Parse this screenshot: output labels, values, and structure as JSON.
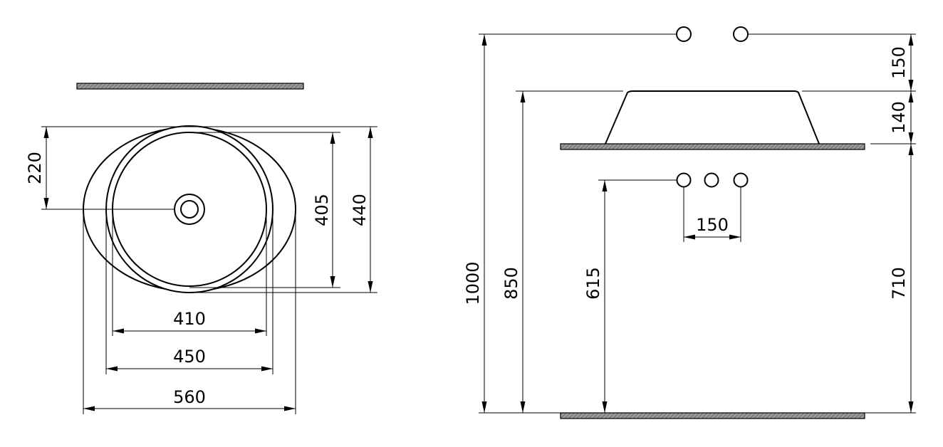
{
  "plan_view": {
    "dims": {
      "offset_220": "220",
      "height_405": "405",
      "height_440": "440",
      "width_410": "410",
      "width_450": "450",
      "width_560": "560"
    }
  },
  "elevation_view": {
    "dims": {
      "tap_150": "150",
      "basin_140": "140",
      "total_1000": "1000",
      "rim_850": "850",
      "drain_615": "615",
      "counter_710": "710",
      "tap_spacing_150": "150"
    }
  }
}
